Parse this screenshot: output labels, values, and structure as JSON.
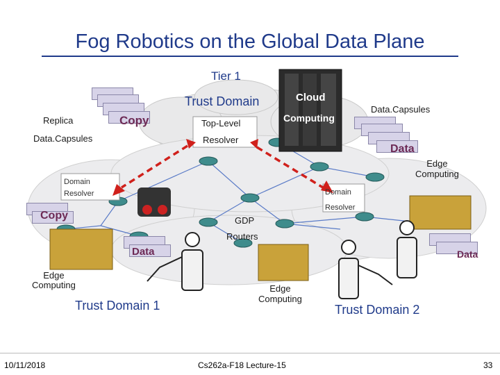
{
  "slide": {
    "title": "Fog Robotics on the Global Data Plane",
    "date": "10/11/2018",
    "course": "Cs262a-F18 Lecture-15",
    "page": "33"
  },
  "labels": {
    "tier1": "Tier 1",
    "trust_domain": "Trust Domain",
    "cloud": "Cloud",
    "computing": "Computing",
    "top_level": "Top-Level",
    "resolver": "Resolver",
    "data_capsules_right": "Data.Capsules",
    "replica": "Replica",
    "data_capsules_left": "Data.Capsules",
    "copy_top": "Copy",
    "data_top_right": "Data",
    "edge_computing_top_right": "Edge\nComputing",
    "domain_resolver_left": "Domain\nResolver",
    "domain_resolver_right": "Domain\nResolver",
    "copy_left": "Copy",
    "gdp": "GDP",
    "routers": "Routers",
    "data_center_left": "Data",
    "data_right": "Data",
    "edge_computing_left": "Edge\nComputing",
    "edge_computing_center": "Edge\nComputing",
    "trust_domain_1": "Trust Domain 1",
    "trust_domain_2": "Trust Domain 2"
  },
  "colors": {
    "title": "#1f3a8a",
    "cloud_fill": "#e9e9ea",
    "arrow_red": "#d0201b",
    "plum": "#8b1a5a",
    "router_teal": "#3f8c8c",
    "link_blue": "#5a7bc7"
  }
}
